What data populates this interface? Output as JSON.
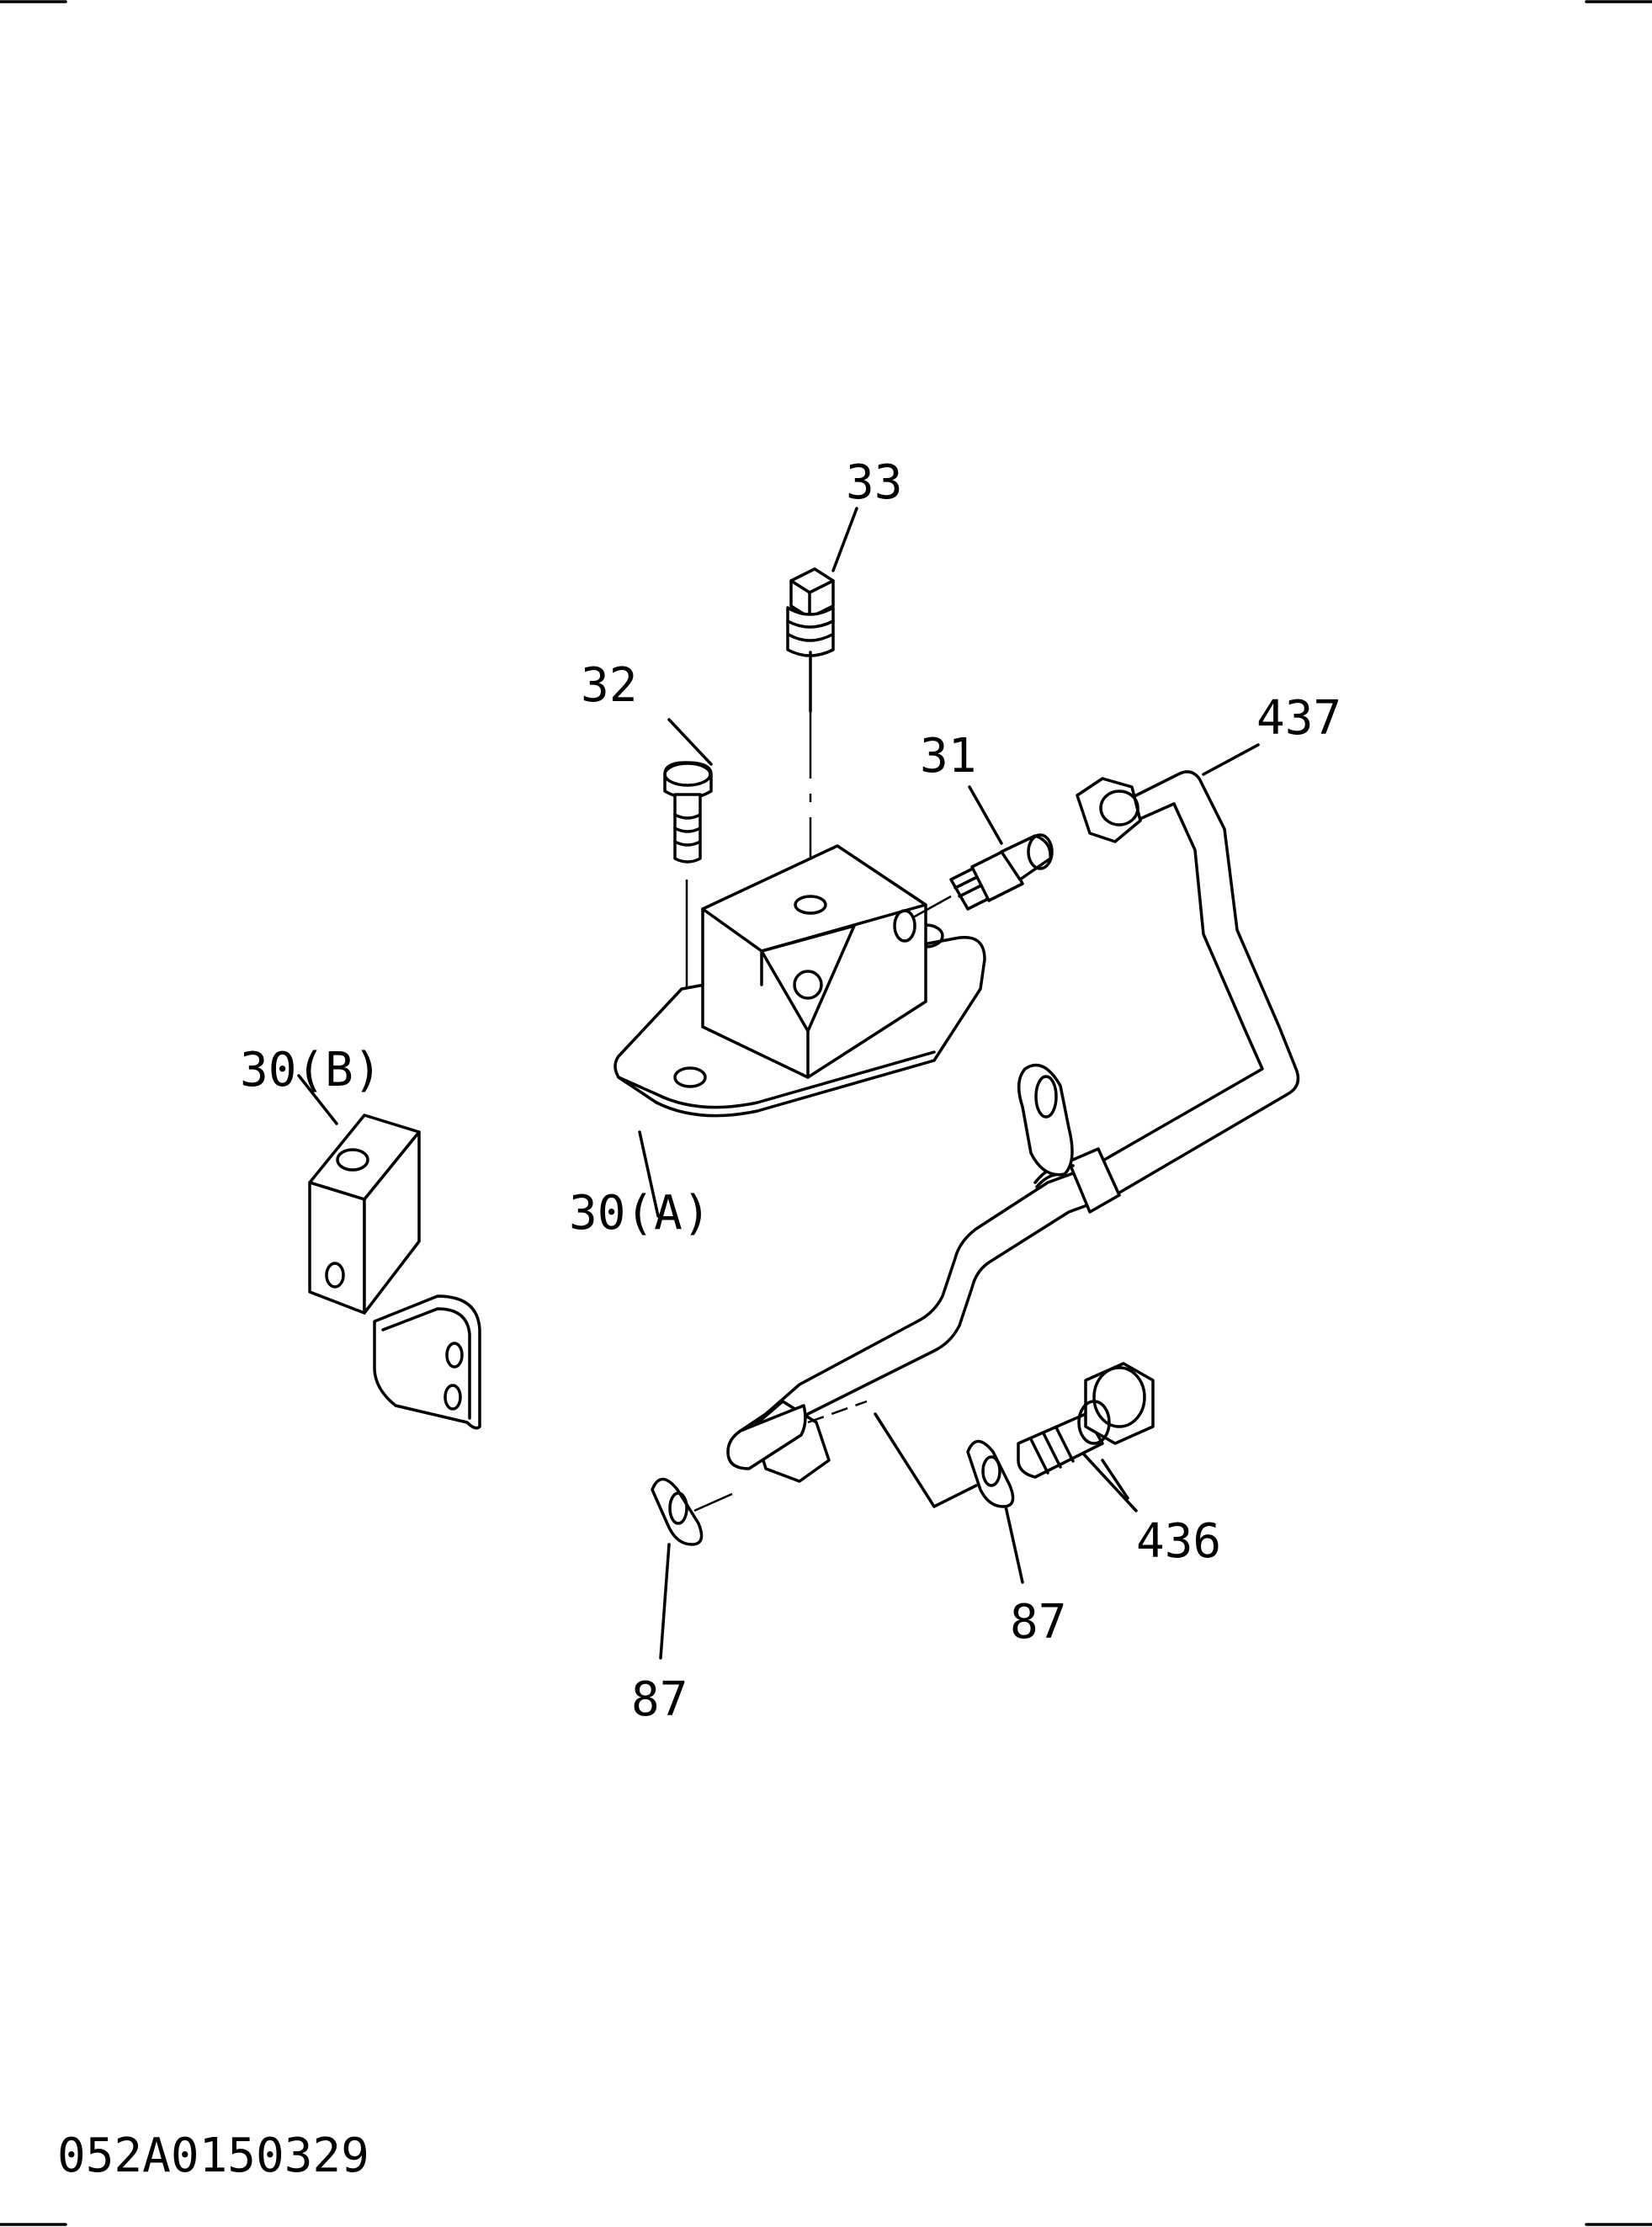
{
  "diagram": {
    "drawing_number": "052A0150329",
    "callouts": {
      "c33": "33",
      "c32": "32",
      "c31": "31",
      "c437": "437",
      "c30b": "30(B)",
      "c30a": "30(A)",
      "c436": "436",
      "c87_left": "87",
      "c87_right": "87"
    },
    "parts": [
      {
        "name": "plug",
        "ref": "33"
      },
      {
        "name": "bolt",
        "ref": "32"
      },
      {
        "name": "adapter-fitting",
        "ref": "31"
      },
      {
        "name": "pipe",
        "ref": "437"
      },
      {
        "name": "block-b",
        "ref": "30(B)"
      },
      {
        "name": "block-a",
        "ref": "30(A)"
      },
      {
        "name": "eye-bolt",
        "ref": "436"
      },
      {
        "name": "gasket",
        "ref": "87"
      }
    ]
  }
}
